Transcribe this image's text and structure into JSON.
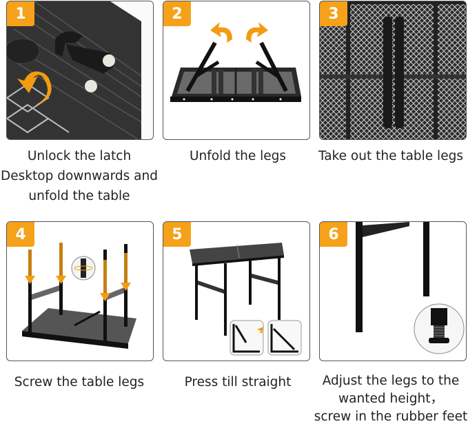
{
  "steps": [
    {
      "number": "1",
      "caption_lines": [
        "Unlock the latch",
        "Desktop downwards and",
        "unfold the table"
      ],
      "image": "latch-closeup"
    },
    {
      "number": "2",
      "caption_lines": [
        "Unfold the legs"
      ],
      "image": "table-upside-down-legs-unfolding"
    },
    {
      "number": "3",
      "caption_lines": [
        "Take out the table legs"
      ],
      "image": "stored-legs-under-mesh"
    },
    {
      "number": "4",
      "caption_lines": [
        "Screw the table legs"
      ],
      "image": "legs-screwed-in"
    },
    {
      "number": "5",
      "caption_lines": [
        "Press till straight"
      ],
      "image": "standing-table-brace-insets"
    },
    {
      "number": "6",
      "caption_lines": [
        "Adjust the legs to the",
        "wanted height，",
        "screw in the rubber feet"
      ],
      "image": "leg-with-rubber-foot"
    }
  ],
  "colors": {
    "badge": "#f5a11a",
    "arrow": "#f39c12",
    "metal": "#1f1f1f"
  }
}
